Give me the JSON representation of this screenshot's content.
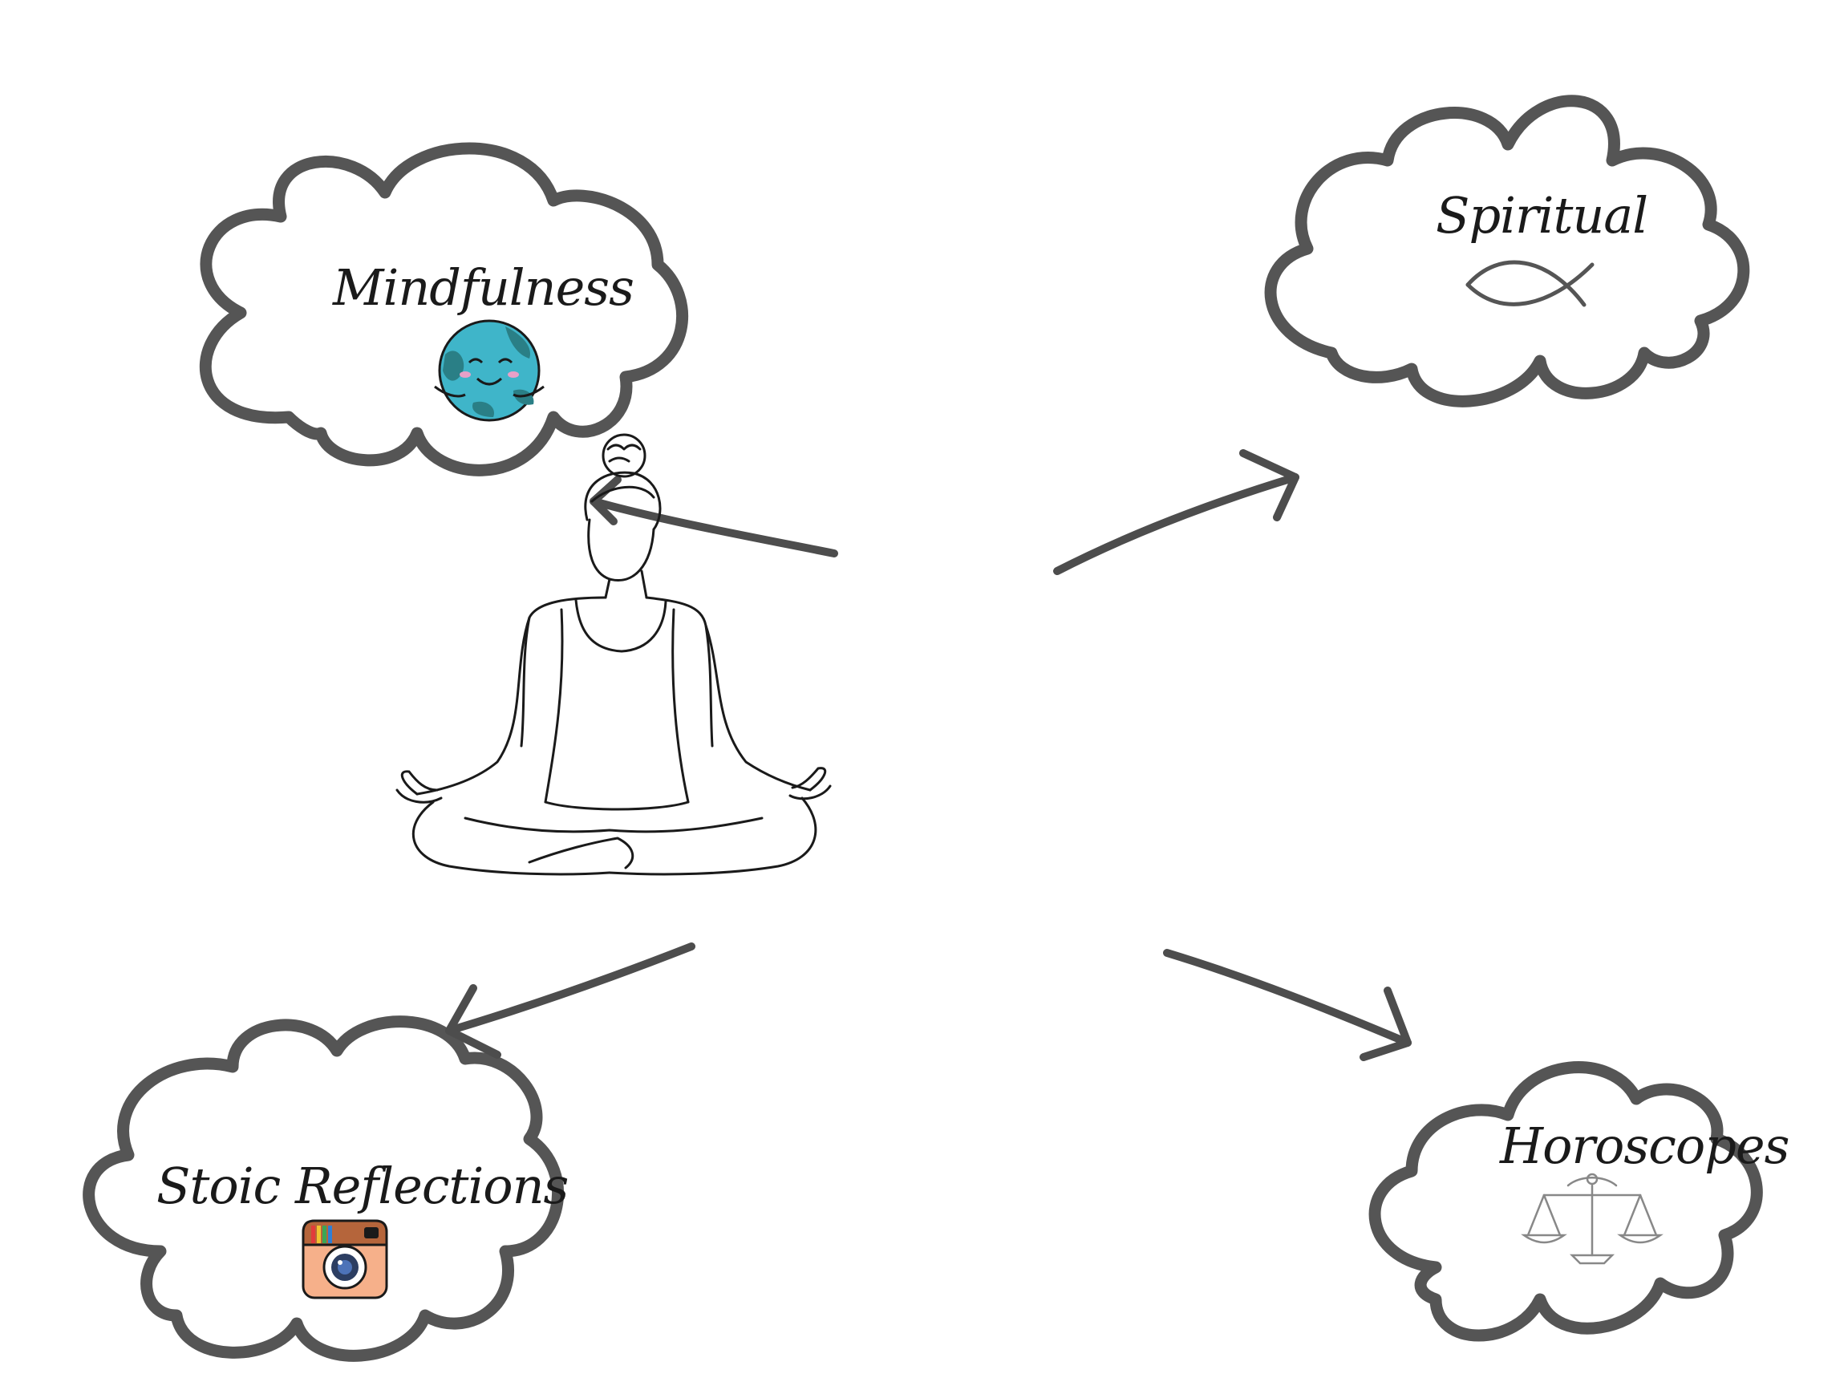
{
  "diagram": {
    "nodes": [
      {
        "id": "mindfulness",
        "label": "Mindfulness",
        "icon": "smiling-earth-icon"
      },
      {
        "id": "spiritual",
        "label": "Spiritual",
        "icon": "ichthys-fish-icon"
      },
      {
        "id": "stoic",
        "label": "Stoic Reflections",
        "icon": "instagram-camera-icon"
      },
      {
        "id": "horoscopes",
        "label": "Horoscopes",
        "icon": "libra-scales-icon"
      }
    ],
    "center": {
      "icon": "meditating-woman-icon"
    },
    "edges": [
      {
        "from": "center",
        "to": "mindfulness"
      },
      {
        "from": "center",
        "to": "spiritual"
      },
      {
        "from": "center",
        "to": "stoic"
      },
      {
        "from": "center",
        "to": "horoscopes"
      }
    ]
  },
  "colors": {
    "outline": "#555555",
    "arrow": "#4d4d4d",
    "text": "#1a1a1a",
    "earth": "#3fb5c9",
    "earth_land": "#2a7f86",
    "camera": "#f6b08a",
    "camera_top": "#b5653b"
  }
}
